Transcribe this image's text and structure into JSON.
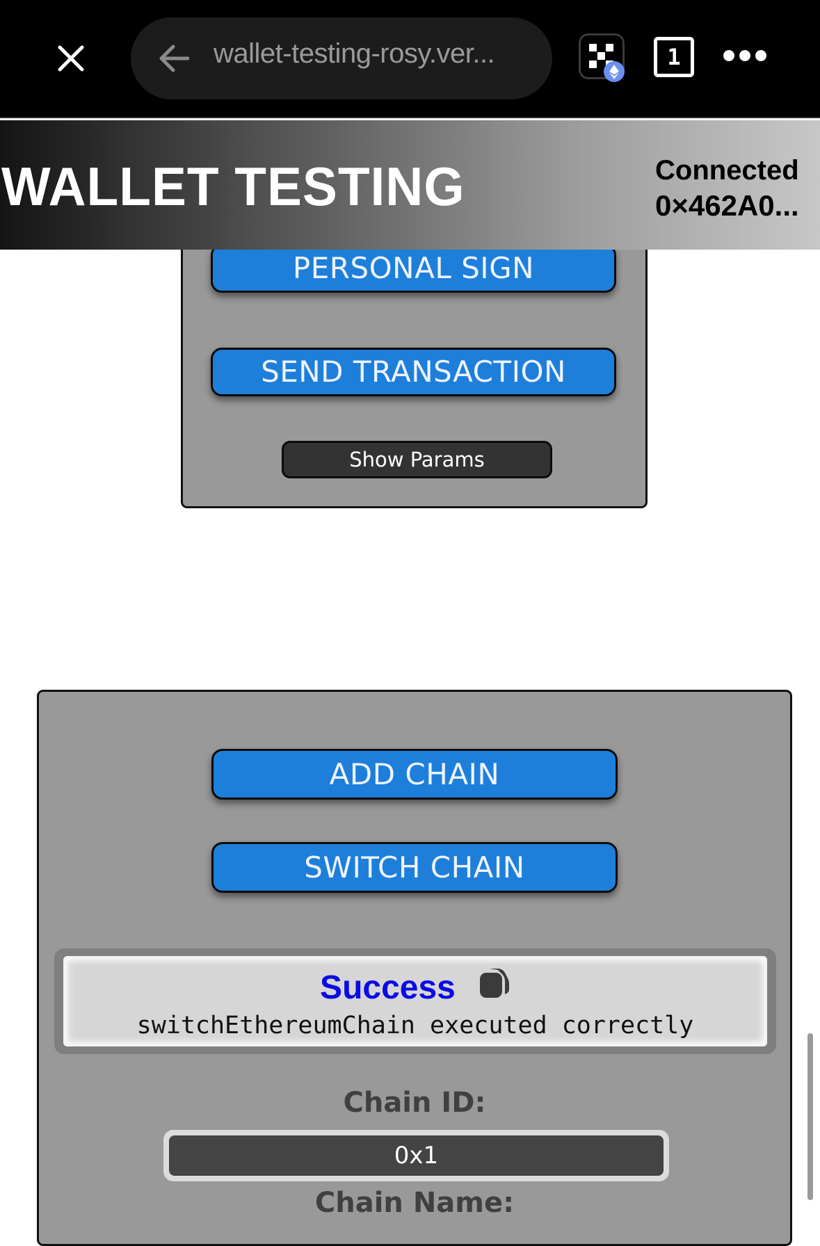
{
  "browser": {
    "url": "wallet-testing-rosy.ver...",
    "tab_count": "1",
    "icons": {
      "close": "close-icon",
      "back": "arrow-left-icon",
      "wallet": "okx-wallet-icon",
      "network": "ethereum-icon",
      "tabs": "tabs-icon",
      "more": "more-horizontal-icon"
    }
  },
  "header": {
    "title": "WALLET TESTING",
    "status": "Connected",
    "address": "0×462A0..."
  },
  "signing_panel": {
    "personal_sign_label": "PERSONAL SIGN",
    "send_transaction_label": "SEND TRANSACTION",
    "show_params_label": "Show Params"
  },
  "chain_panel": {
    "add_chain_label": "ADD CHAIN",
    "switch_chain_label": "SWITCH CHAIN",
    "result": {
      "status": "Success",
      "status_color": "#0a0ae6",
      "message": "switchEthereumChain executed correctly",
      "copy_icon": "copy-icon"
    },
    "chain_id_label": "Chain ID:",
    "chain_id_value": "0x1",
    "chain_name_label": "Chain Name:"
  },
  "colors": {
    "button_blue": "#1e7fda",
    "panel_gray": "#999999",
    "dark_button": "#333333"
  }
}
